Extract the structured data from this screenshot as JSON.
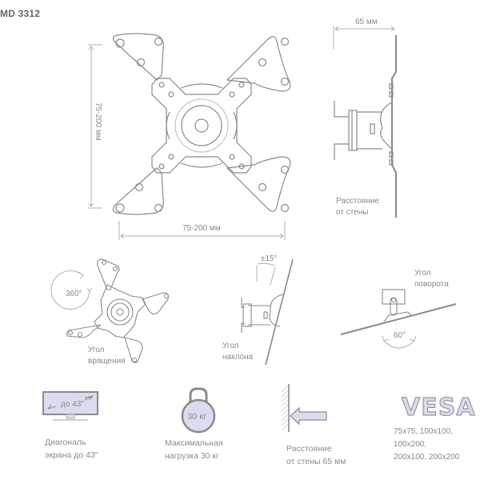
{
  "header": {
    "model": "MD 3312"
  },
  "front_view": {
    "vertical_dim": "75-200 мм",
    "horizontal_dim": "75-200 мм"
  },
  "side_view": {
    "depth_dim": "65 мм",
    "caption_line1": "Расстояние",
    "caption_line2": "от стены"
  },
  "rotation": {
    "angle": "360°",
    "caption_line1": "Угол",
    "caption_line2": "вращения"
  },
  "tilt": {
    "angle": "±15°",
    "caption_line1": "Угол",
    "caption_line2": "наклона"
  },
  "swivel": {
    "angle": "60°",
    "caption_line1": "Угол",
    "caption_line2": "поворота"
  },
  "features": [
    {
      "icon": "monitor-icon",
      "icon_text": "до 43\"",
      "line1": "Диагональ",
      "line2": "экрана до 43\""
    },
    {
      "icon": "weight-icon",
      "icon_text": "30 кг",
      "line1": "Максимальная",
      "line2": "нагрузка 30 кг"
    },
    {
      "icon": "wall-distance-icon",
      "line1": "Расстояние",
      "line2": "от стены 65 мм"
    },
    {
      "icon": "vesa-logo",
      "icon_text": "VESA",
      "line1": "75x75, 100x100, 100x200,",
      "line2": "200x100, 200x200"
    }
  ],
  "colors": {
    "line": "#8a8a8a",
    "fill_accent": "#dcdcf0",
    "text": "#8a8a8a"
  }
}
